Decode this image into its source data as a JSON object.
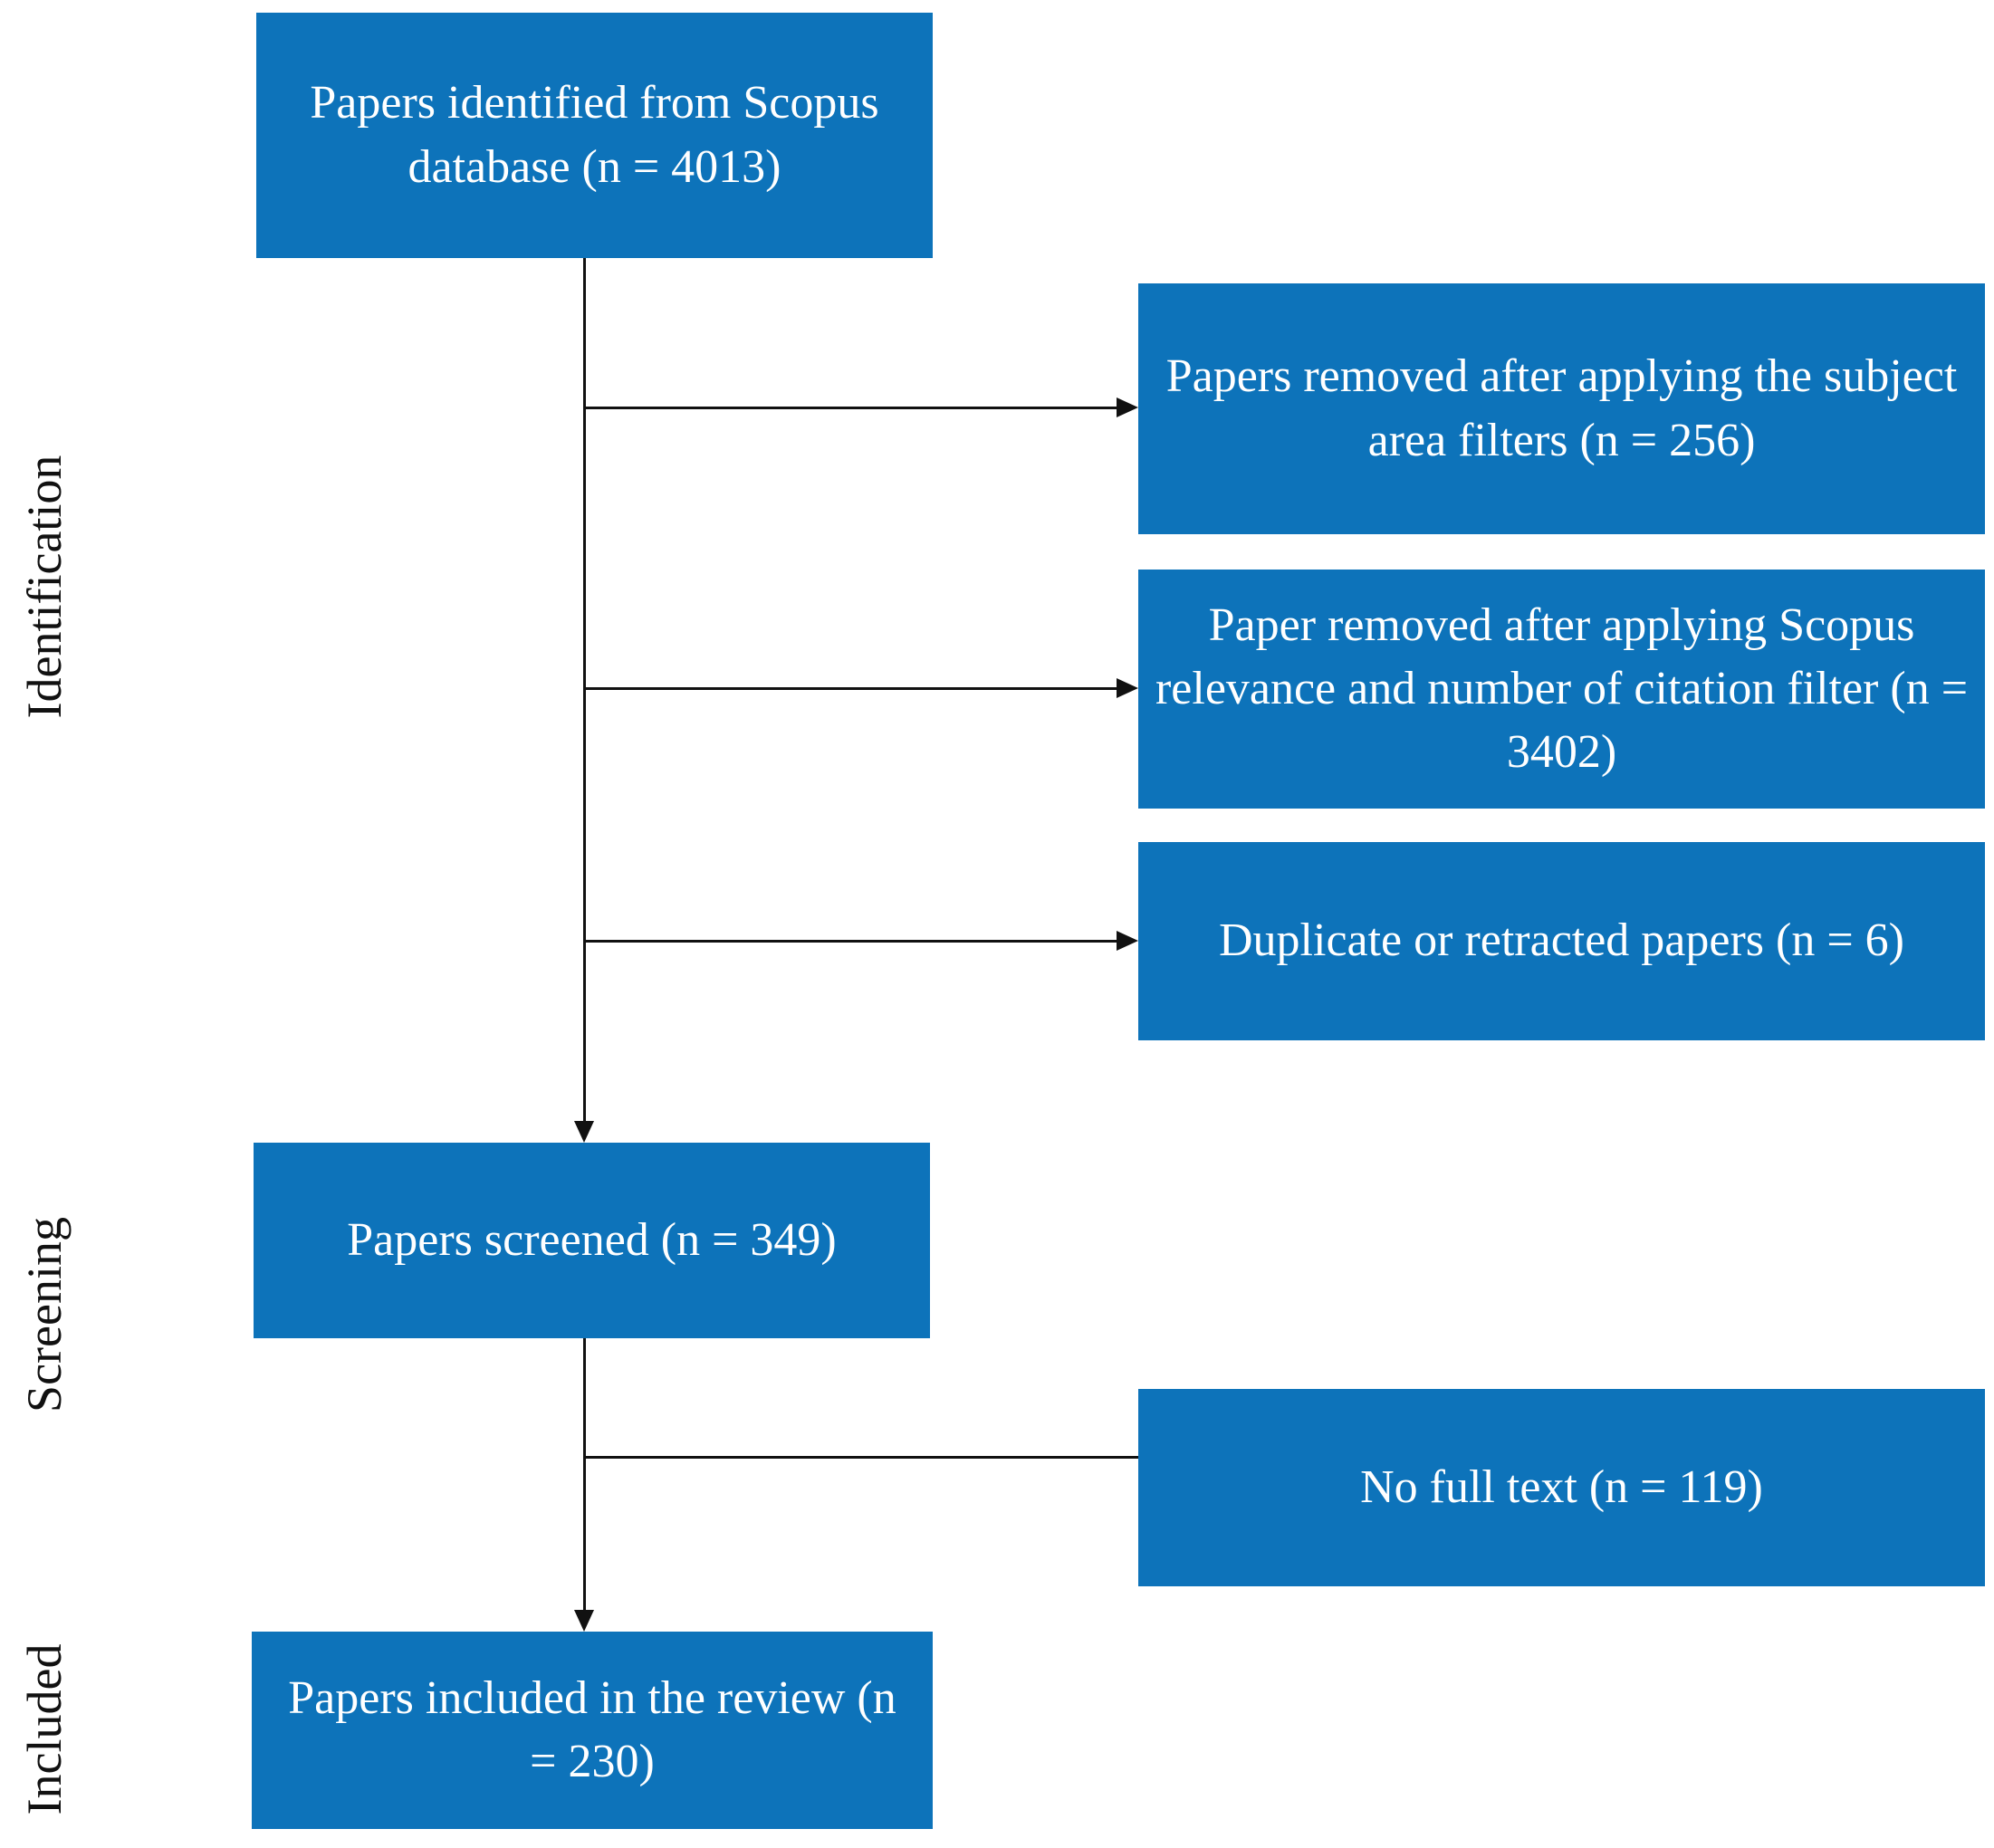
{
  "figure": {
    "type": "prisma_flow_diagram",
    "stage_labels": [
      {
        "label": "Identification"
      },
      {
        "label": "Screening"
      },
      {
        "label": "Included"
      }
    ],
    "boxes": [
      {
        "id": "identified",
        "text": "Papers identified from Scopus database (n = 4013)"
      },
      {
        "id": "subject_filter_removed",
        "text": "Papers removed after applying the subject area filters (n = 256)"
      },
      {
        "id": "relevance_filter_removed",
        "text": "Paper removed after applying Scopus relevance and number of citation filter (n = 3402)"
      },
      {
        "id": "duplicate_or_retracted",
        "text": "Duplicate or retracted papers (n = 6)"
      },
      {
        "id": "screened",
        "text": "Papers screened (n = 349)"
      },
      {
        "id": "no_full_text",
        "text": "No full text (n = 119)"
      },
      {
        "id": "included_in_review",
        "text": "Papers included in the review (n = 230)"
      }
    ],
    "counts": {
      "identified": 4013,
      "subject_filter_removed": 256,
      "relevance_filter_removed": 3402,
      "duplicate_or_retracted": 6,
      "screened": 349,
      "no_full_text": 119,
      "included_in_review": 230
    },
    "colors": {
      "box_fill": "#0d73ba",
      "box_text": "#ffffff",
      "stage_label_text": "#111111",
      "connector": "#111111",
      "background": "#ffffff"
    }
  }
}
